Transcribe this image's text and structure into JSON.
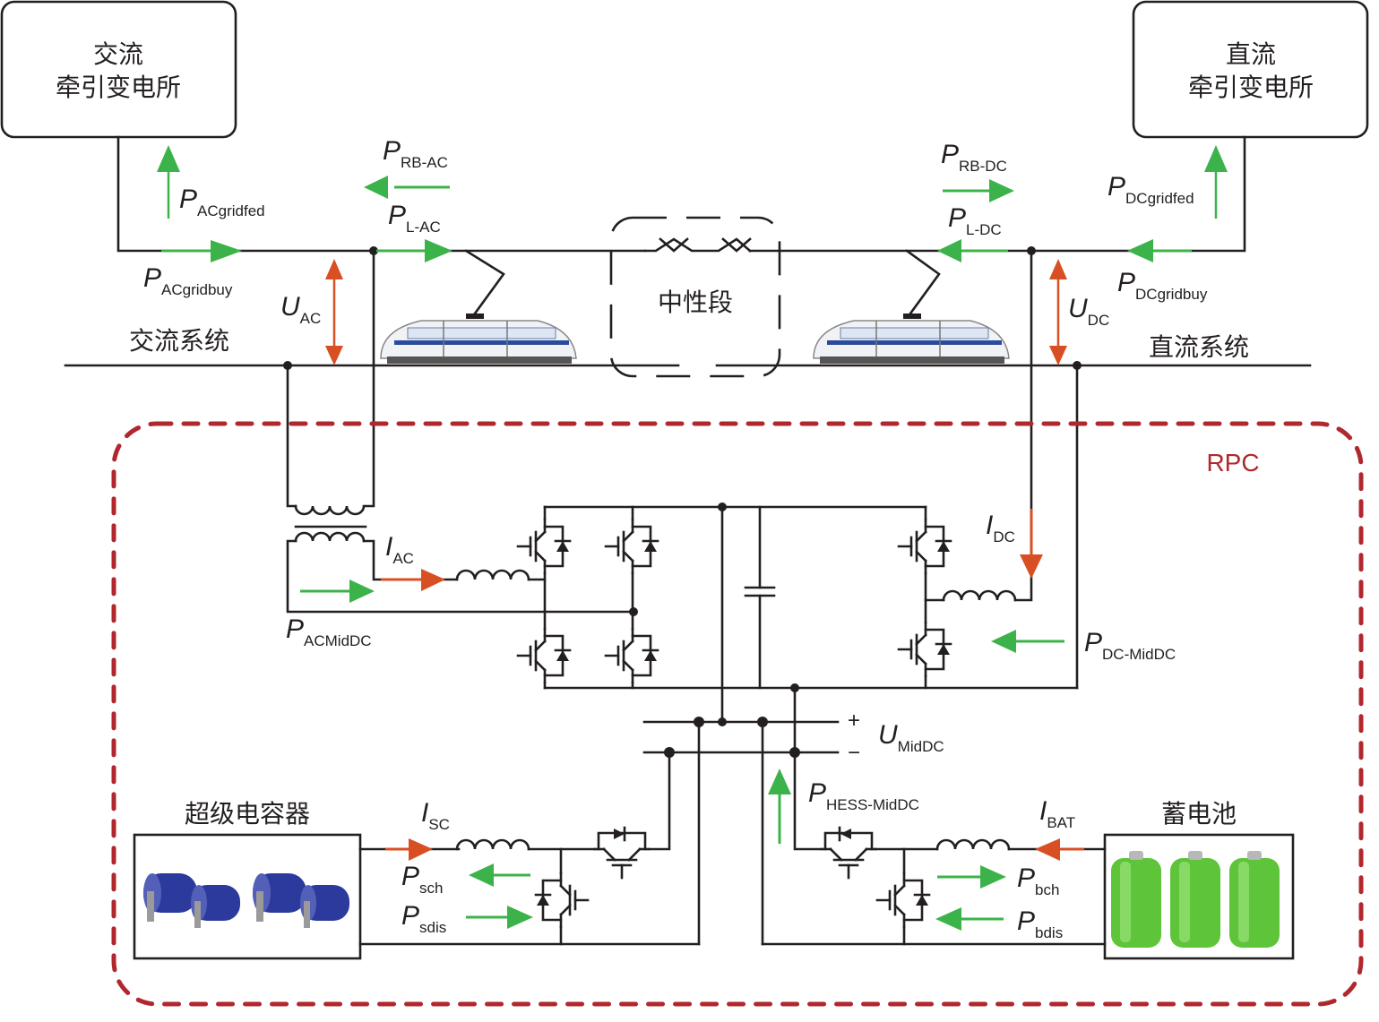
{
  "title": "RPC-HESS AC/DC traction power flow diagram",
  "colors": {
    "power_arrow": "#3cb34a",
    "current_voltage_arrow": "#d84f24",
    "rpc_border": "#b0282e",
    "wire": "#231f20"
  },
  "substations": {
    "ac": {
      "line1": "交流",
      "line2": "牵引变电所"
    },
    "dc": {
      "line1": "直流",
      "line2": "牵引变电所"
    }
  },
  "systems": {
    "ac_system": "交流系统",
    "dc_system": "直流系统",
    "neutral_section": "中性段"
  },
  "rpc_label": "RPC",
  "storage": {
    "supercap": "超级电容器",
    "battery": "蓄电池"
  },
  "labels": {
    "P_ACgridfed": {
      "sym": "P",
      "sub": "ACgridfed"
    },
    "P_ACgridbuy": {
      "sym": "P",
      "sub": "ACgridbuy"
    },
    "P_RB_AC": {
      "sym": "P",
      "sub": "RB-AC"
    },
    "P_L_AC": {
      "sym": "P",
      "sub": "L-AC"
    },
    "U_AC": {
      "sym": "U",
      "sub": "AC"
    },
    "P_RB_DC": {
      "sym": "P",
      "sub": "RB-DC"
    },
    "P_L_DC": {
      "sym": "P",
      "sub": "L-DC"
    },
    "P_DCgridfed": {
      "sym": "P",
      "sub": "DCgridfed"
    },
    "P_DCgridbuy": {
      "sym": "P",
      "sub": "DCgridbuy"
    },
    "U_DC": {
      "sym": "U",
      "sub": "DC"
    },
    "I_AC": {
      "sym": "I",
      "sub": "AC"
    },
    "P_ACMidDC": {
      "sym": "P",
      "sub": "ACMidDC"
    },
    "I_DC": {
      "sym": "I",
      "sub": "DC"
    },
    "P_DC_MidDC": {
      "sym": "P",
      "sub": "DC-MidDC"
    },
    "U_MidDC": {
      "sym": "U",
      "sub": "MidDC",
      "plus": "+",
      "minus": "−"
    },
    "P_HESS_MidDC": {
      "sym": "P",
      "sub": "HESS-MidDC"
    },
    "I_SC": {
      "sym": "I",
      "sub": "SC"
    },
    "P_sch": {
      "sym": "P",
      "sub": "sch"
    },
    "P_sdis": {
      "sym": "P",
      "sub": "sdis"
    },
    "I_BAT": {
      "sym": "I",
      "sub": "BAT"
    },
    "P_bch": {
      "sym": "P",
      "sub": "bch"
    },
    "P_bdis": {
      "sym": "P",
      "sub": "bdis"
    }
  }
}
